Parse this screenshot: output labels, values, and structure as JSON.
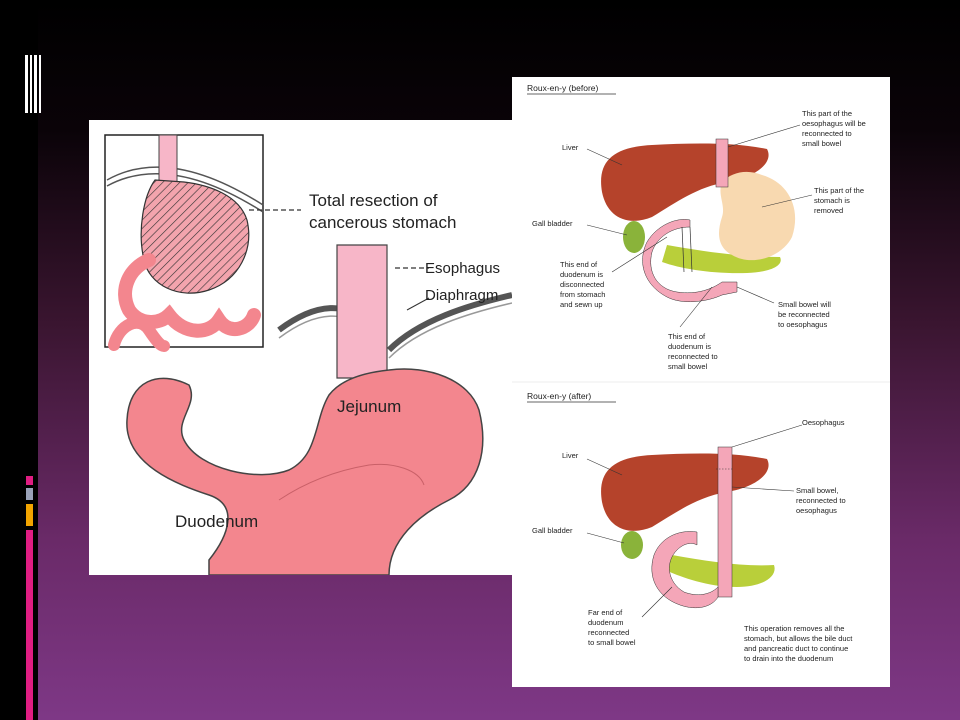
{
  "left_figure": {
    "labels": {
      "resection_line1": "Total resection of",
      "resection_line2": "cancerous stomach",
      "esophagus": "Esophagus",
      "diaphragm": "Diaphragm",
      "jejunum": "Jejunum",
      "duodenum": "Duodenum"
    }
  },
  "right_figure": {
    "before": {
      "title": "Roux-en-y (before)",
      "liver": "Liver",
      "gall_bladder": "Gall bladder",
      "oesophagus_note": [
        "This part of the",
        "oesophagus will be",
        "reconnected to",
        "small bowel"
      ],
      "stomach_note": [
        "This part of the",
        "stomach is",
        "removed"
      ],
      "duodenum_disconnected_note": [
        "This end of",
        "duodenum is",
        "disconnected",
        "from stomach",
        "and sewn up"
      ],
      "small_bowel_note": [
        "Small bowel will",
        "be reconnected",
        "to oesophagus"
      ],
      "duodenum_reconnected_note": [
        "This end of",
        "duodenum is",
        "reconnected to",
        "small bowel"
      ]
    },
    "after": {
      "title": "Roux-en-y (after)",
      "oesophagus": "Oesophagus",
      "liver": "Liver",
      "small_bowel_note": [
        "Small bowel,",
        "reconnected to",
        "oesophagus"
      ],
      "gall_bladder": "Gall bladder",
      "far_end_note": [
        "Far end of",
        "duodenum",
        "reconnected",
        "to small bowel"
      ],
      "operation_note": [
        "This operation removes all the",
        "stomach, but allows the bile duct",
        "and pancreatic duct to continue",
        "to drain into the duodenum"
      ]
    }
  },
  "colors": {
    "liver": "#b5432b",
    "stomach": "#f8d9b0",
    "bowel": "#f4a6b8",
    "pancreas": "#b9cf3a",
    "gall_bladder": "#8ab33a",
    "left_bowel": "#f3868e",
    "left_esophagus": "#f7b6c8"
  }
}
